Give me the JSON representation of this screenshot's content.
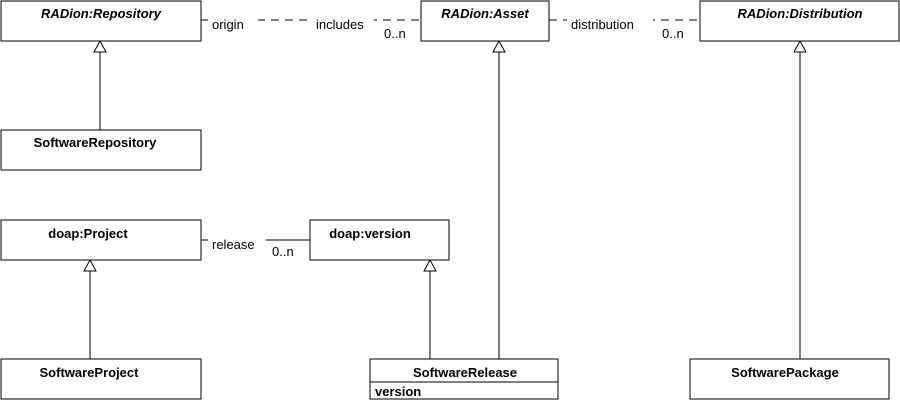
{
  "classes": {
    "radion_repository": "RADion:Repository",
    "radion_asset": "RADion:Asset",
    "radion_distribution": "RADion:Distribution",
    "software_repository": "SoftwareRepository",
    "doap_project": "doap:Project",
    "doap_version": "doap:version",
    "software_project": "SoftwareProject",
    "software_release": "SoftwareRelease",
    "software_release_attr": "version",
    "software_package": "SoftwarePackage"
  },
  "associations": {
    "origin": "origin",
    "includes": "includes",
    "includes_mult": "0..n",
    "distribution": "distribution",
    "distribution_mult": "0..n",
    "release": "release",
    "release_mult": "0..n"
  }
}
